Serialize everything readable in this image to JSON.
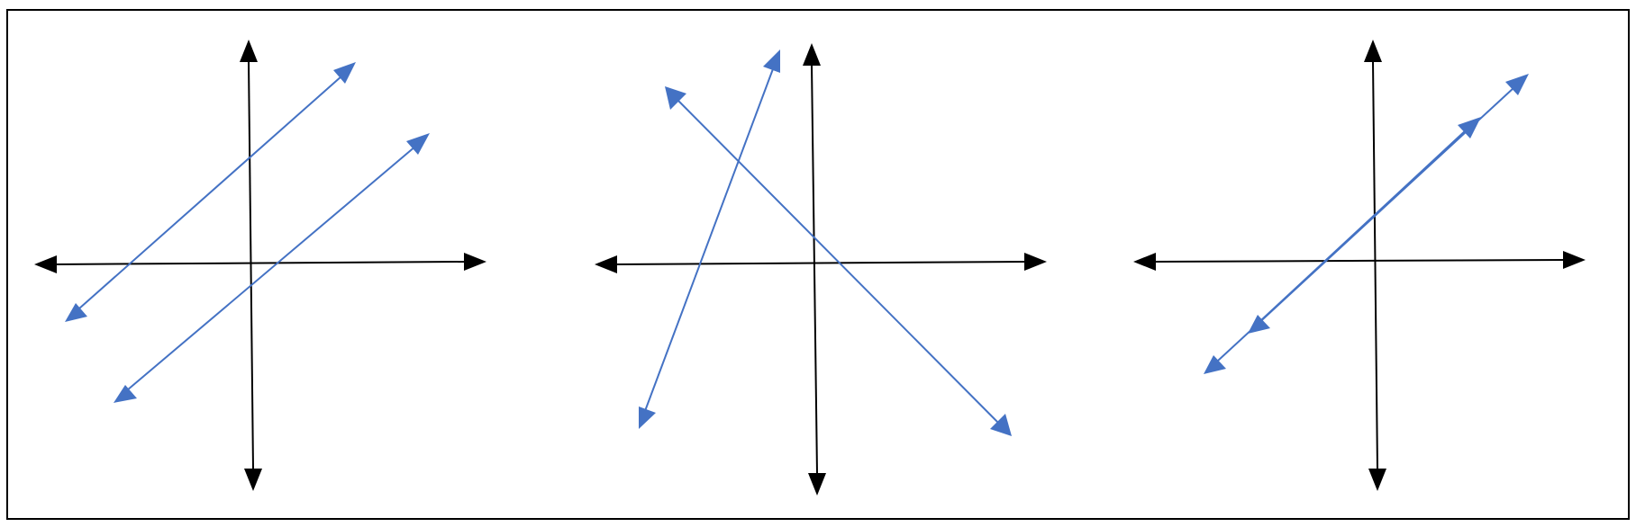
{
  "figure": {
    "frame_color": "#000000",
    "axis_color": "#000000",
    "line_color": "#4472c4",
    "panels": [
      {
        "lines": [
          {
            "relation": "parallel"
          },
          {
            "relation": "parallel"
          }
        ]
      },
      {
        "lines": [
          {
            "relation": "intersecting"
          },
          {
            "relation": "intersecting"
          }
        ]
      },
      {
        "lines": [
          {
            "relation": "coincident"
          },
          {
            "relation": "coincident"
          }
        ]
      }
    ]
  }
}
